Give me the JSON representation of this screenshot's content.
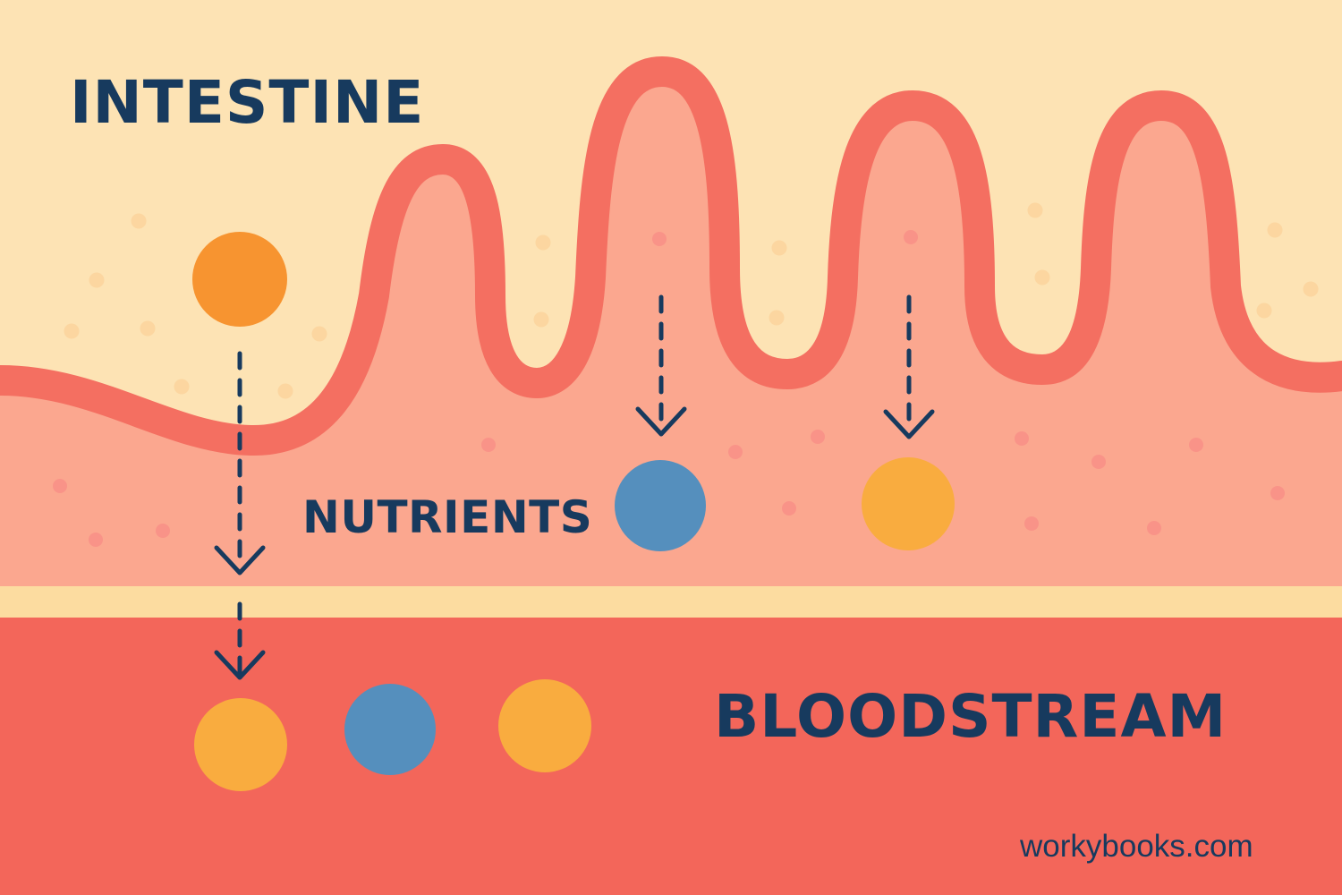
{
  "labels": {
    "intestine": "INTESTINE",
    "nutrients": "NUTRIENTS",
    "bloodstream": "BLOODSTREAM",
    "credit": "workybooks.com"
  },
  "colors": {
    "lumen": "#fde3b4",
    "tissue": "#fba78f",
    "wall": "#f46f61",
    "band": "#fcdca0",
    "blood": "#f3665a",
    "text": "#173a5e",
    "nutrient_orange": "#f79430",
    "nutrient_amber": "#f9ac3f",
    "nutrient_blue": "#558fbd",
    "speck_light": "#fcd6a0",
    "speck_dark": "#f99388"
  },
  "icons": [
    "dashed-arrow-icon",
    "nutrient-particle-icon"
  ]
}
